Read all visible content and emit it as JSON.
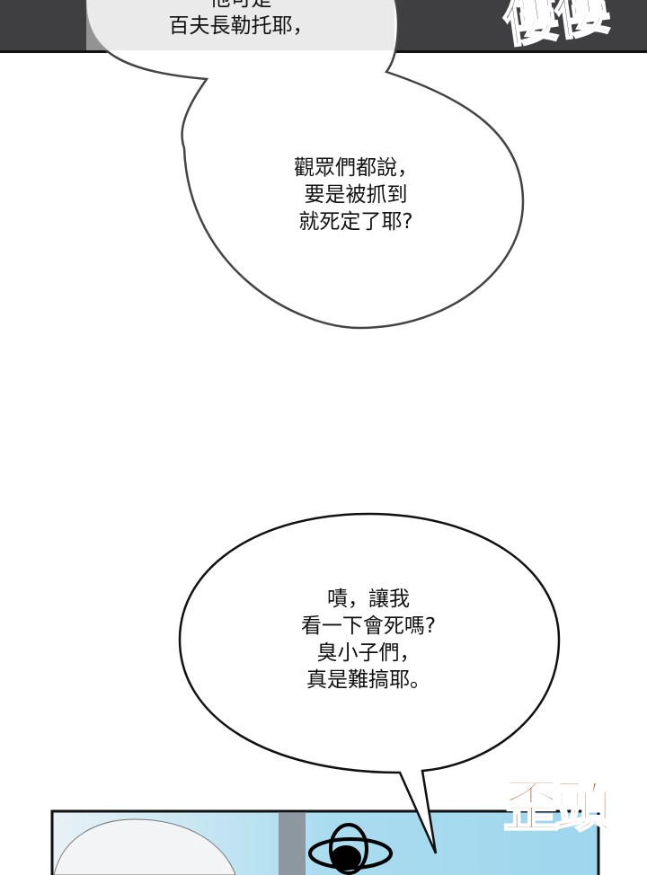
{
  "bubbles": [
    {
      "lines": [
        "他可是",
        "百夫長勒托耶，"
      ]
    },
    {
      "lines": [
        "觀眾們都說，",
        "要是被抓到",
        "就死定了耶?"
      ]
    },
    {
      "lines": [
        "嘖，讓我",
        "看一下會死嗎?",
        "臭小子們，",
        "真是難搞耶。"
      ]
    }
  ],
  "sfx": {
    "top": "僂僂",
    "bottom": "歪頭"
  },
  "colors": {
    "top_panel": "#3d3d3f",
    "bottom_panel": "#a9dcef",
    "sfx_top": "#4a3440",
    "sfx_bottom": "#a55a2c"
  }
}
